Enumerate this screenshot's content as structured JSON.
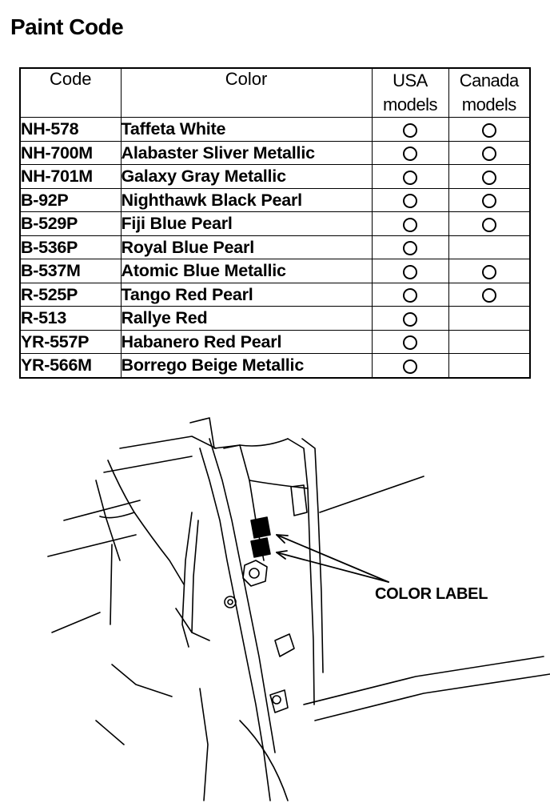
{
  "page": {
    "title": "Paint Code"
  },
  "table": {
    "headers": {
      "code": "Code",
      "color": "Color",
      "usa": "USA models",
      "canada": "Canada models"
    },
    "rows": [
      {
        "code": "NH-578",
        "color": "Taffeta White",
        "usa": true,
        "canada": true
      },
      {
        "code": "NH-700M",
        "color": "Alabaster Sliver Metallic",
        "usa": true,
        "canada": true
      },
      {
        "code": "NH-701M",
        "color": "Galaxy Gray Metallic",
        "usa": true,
        "canada": true
      },
      {
        "code": "B-92P",
        "color": "Nighthawk Black Pearl",
        "usa": true,
        "canada": true
      },
      {
        "code": "B-529P",
        "color": "Fiji Blue Pearl",
        "usa": true,
        "canada": true
      },
      {
        "code": "B-536P",
        "color": "Royal Blue Pearl",
        "usa": true,
        "canada": false
      },
      {
        "code": "B-537M",
        "color": "Atomic Blue Metallic",
        "usa": true,
        "canada": true
      },
      {
        "code": "R-525P",
        "color": "Tango Red Pearl",
        "usa": true,
        "canada": true
      },
      {
        "code": "R-513",
        "color": "Rallye Red",
        "usa": true,
        "canada": false
      },
      {
        "code": "YR-557P",
        "color": "Habanero Red Pearl",
        "usa": true,
        "canada": false
      },
      {
        "code": "YR-566M",
        "color": "Borrego Beige Metallic",
        "usa": true,
        "canada": false
      }
    ]
  },
  "figure": {
    "callout": "COLOR LABEL"
  }
}
